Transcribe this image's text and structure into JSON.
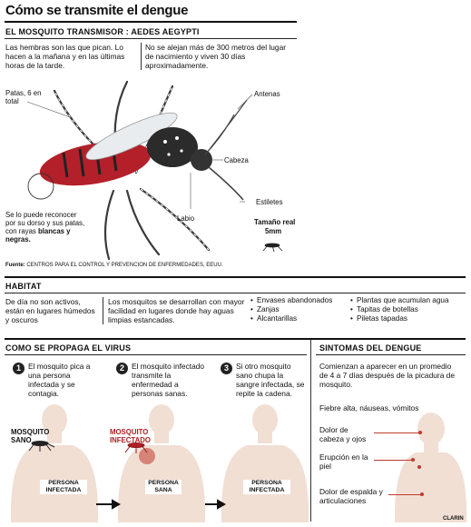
{
  "title": "Cómo se transmite el dengue",
  "mosquito": {
    "header": "EL MOSQUITO TRANSMISOR : AEDES AEGYPTI",
    "col1": "Las hembras son las que pican. Lo hacen a la mañana y en las últimas horas de la tarde.",
    "col2": "No se alejan más de 300 metros del lugar de nacimiento y viven 30 días aproximadamente.",
    "labels": {
      "patas": "Patas, 6 en total",
      "antenas": "Antenas",
      "cabeza": "Cabeza",
      "estiletes": "Estiletes",
      "labio": "Labio",
      "size_label": "Tamaño real",
      "size_value": "5mm",
      "recognize_a": "Se lo puede reconocer por su dorso y sus patas, con rayas",
      "recognize_b": "blancas y negras."
    },
    "source_label": "Fuente:",
    "source_text": "CENTROS PARA EL CONTROL Y PREVENCION DE ENFERMEDADES, EEUU."
  },
  "habitat": {
    "header": "HABITAT",
    "col1": "De día no son activos, están en lugares húmedos y oscuros",
    "col2": "Los mosquitos se desarrollan con mayor facilidad en lugares donde hay aguas limpias estancadas.",
    "list_a": [
      "Envases abandonados",
      "Zanjas",
      "Alcantarillas"
    ],
    "list_b": [
      "Plantas que acumulan agua",
      "Tapitas de botellas",
      "Piletas tapadas"
    ]
  },
  "propagation": {
    "header": "COMO SE PROPAGA EL VIRUS",
    "steps": [
      {
        "num": "1",
        "text": "El mosquito pica a una persona infectada y se contagia."
      },
      {
        "num": "2",
        "text": "El mosquito infectado transmite la enfermedad a personas sanas."
      },
      {
        "num": "3",
        "text": "Si otro mosquito sano chupa la sangre infectada, se repite la cadena."
      }
    ],
    "mosquito_sano": "MOSQUITO SANO",
    "mosquito_infectado": "MOSQUITO INFECTADO",
    "persons": [
      "PERSONA INFECTADA",
      "PERSONA SANA",
      "PERSONA INFECTADA"
    ]
  },
  "symptoms": {
    "header": "SINTOMAS DEL DENGUE",
    "intro": "Comienzan a aparecer en un promedio de 4 a 7 días después de la picadura de mosquito.",
    "general": "Fiebre alta, náuseas, vómitos",
    "items": [
      "Dolor de cabeza y ojos",
      "Erupción en la piel",
      "Dolor de espalda y articulaciones"
    ]
  },
  "credit": "CLARIN",
  "colors": {
    "skin": "#f1dfd4",
    "blood": "#c0392b",
    "ink": "#111111"
  }
}
